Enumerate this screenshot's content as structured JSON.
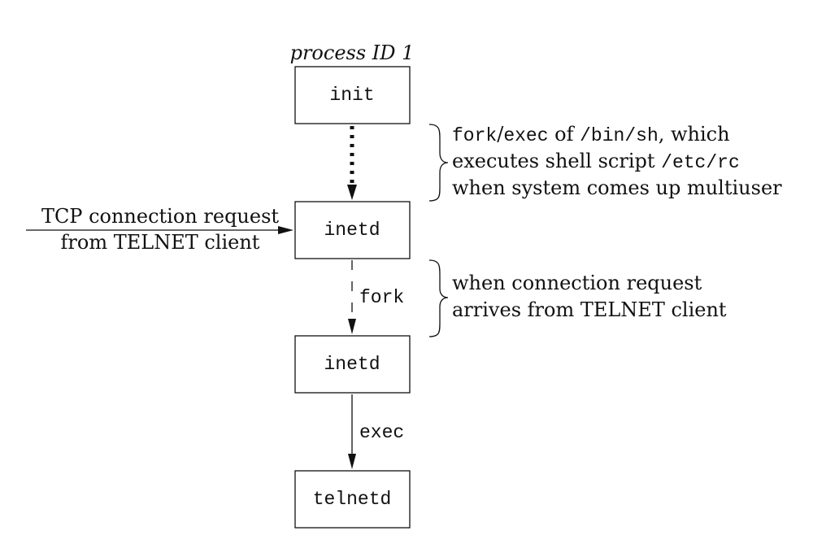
{
  "header_label": "process ID 1",
  "nodes": {
    "init": "init",
    "inetd_parent": "inetd",
    "inetd_child": "inetd",
    "telnetd": "telnetd"
  },
  "edges": {
    "fork_label": "fork",
    "exec_label": "exec"
  },
  "incoming": {
    "line1": "TCP connection request",
    "line2": "from TELNET client"
  },
  "annotations": {
    "first": {
      "line1_fork": "fork",
      "line1_slash": "/",
      "line1_exec": "exec",
      "line1_of": " of ",
      "line1_path": "/bin/sh",
      "line1_which": ", which",
      "line2_text": "executes shell script ",
      "line2_path": "/etc/rc",
      "line3": "when system comes up multiuser"
    },
    "second": {
      "line1": "when connection request",
      "line2": "arrives from TELNET client"
    }
  }
}
